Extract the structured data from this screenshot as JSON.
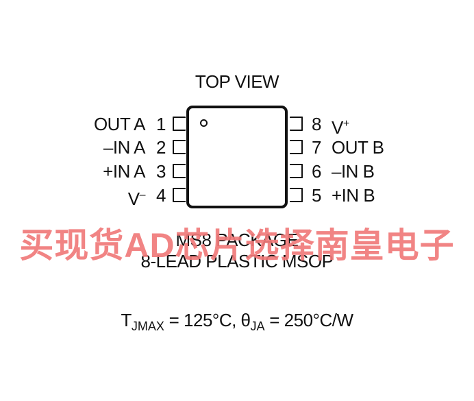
{
  "title": "TOP VIEW",
  "left_pins": [
    {
      "num": "1",
      "name": "OUT A"
    },
    {
      "num": "2",
      "name": "–IN A"
    },
    {
      "num": "3",
      "name": "+IN A"
    },
    {
      "num": "4",
      "name": "V",
      "sup": "–"
    }
  ],
  "right_pins": [
    {
      "num": "8",
      "name": "V",
      "sup": "+"
    },
    {
      "num": "7",
      "name": "OUT B"
    },
    {
      "num": "6",
      "name": "–IN B"
    },
    {
      "num": "5",
      "name": "+IN B"
    }
  ],
  "package": {
    "line1": "MS8 PACKAGE",
    "line2": "8-LEAD PLASTIC MSOP"
  },
  "thermal": {
    "t_symbol": "T",
    "t_sub": "JMAX",
    "t_value": " = 125°C, ",
    "theta_symbol": "θ",
    "theta_sub": "JA",
    "theta_value": " = 250°C/W"
  },
  "watermark": "买现货AD芯片选择南皇电子"
}
